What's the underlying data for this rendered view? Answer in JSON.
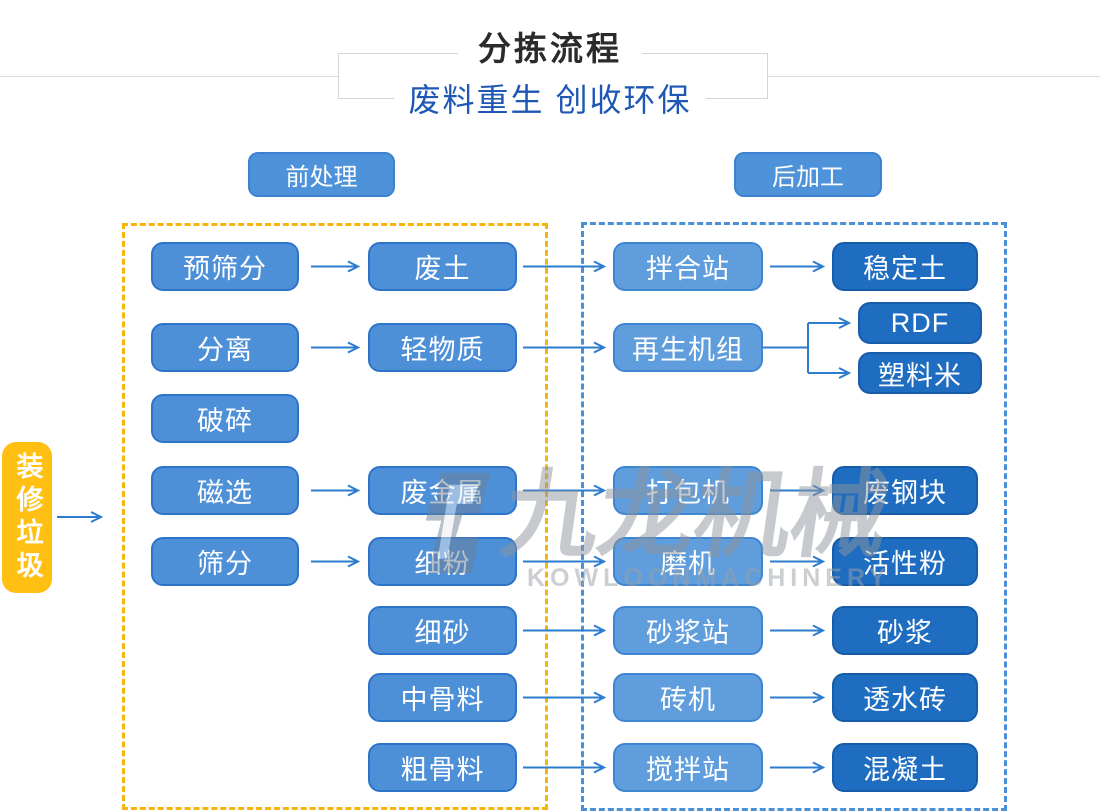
{
  "header": {
    "title": "分拣流程",
    "subtitle": "废料重生 创收环保"
  },
  "sections": {
    "pre": "前处理",
    "post": "后加工"
  },
  "source": {
    "label": "装修垃圾"
  },
  "flow": {
    "col1": [
      "预筛分",
      "分离",
      "破碎",
      "磁选",
      "筛分"
    ],
    "col2": [
      "废土",
      "轻物质",
      "废金属",
      "细粉",
      "细砂",
      "中骨料",
      "粗骨料"
    ],
    "col3": [
      "拌合站",
      "再生机组",
      "打包机",
      "磨机",
      "砂浆站",
      "砖机",
      "搅拌站"
    ],
    "col4": [
      "稳定土",
      "RDF",
      "塑料米",
      "废钢块",
      "活性粉",
      "砂浆",
      "透水砖",
      "混凝土"
    ]
  },
  "edges": [
    [
      "装修垃圾",
      "前处理"
    ],
    [
      "预筛分",
      "废土"
    ],
    [
      "废土",
      "拌合站"
    ],
    [
      "拌合站",
      "稳定土"
    ],
    [
      "分离",
      "轻物质"
    ],
    [
      "轻物质",
      "再生机组"
    ],
    [
      "再生机组",
      "RDF"
    ],
    [
      "再生机组",
      "塑料米"
    ],
    [
      "磁选",
      "废金属"
    ],
    [
      "废金属",
      "打包机"
    ],
    [
      "打包机",
      "废钢块"
    ],
    [
      "筛分",
      "细粉"
    ],
    [
      "细粉",
      "磨机"
    ],
    [
      "磨机",
      "活性粉"
    ],
    [
      "细砂",
      "砂浆站"
    ],
    [
      "砂浆站",
      "砂浆"
    ],
    [
      "中骨料",
      "砖机"
    ],
    [
      "砖机",
      "透水砖"
    ],
    [
      "粗骨料",
      "搅拌站"
    ],
    [
      "搅拌站",
      "混凝土"
    ]
  ],
  "watermark": {
    "cn": "九龙机械",
    "en": "KOWLOONMACHINERY"
  },
  "colors": {
    "node_mid": "#4e90d8",
    "node_light": "#5f9ddc",
    "node_dark": "#1e6dc1",
    "source_yellow": "#ffc013",
    "frame_yellow_dash": "#f6b50c",
    "frame_blue_dash": "#4a90d8",
    "arrow_blue": "#2b7bce",
    "subtitle_blue": "#1e57b4",
    "title_dark": "#2b2b2b"
  }
}
